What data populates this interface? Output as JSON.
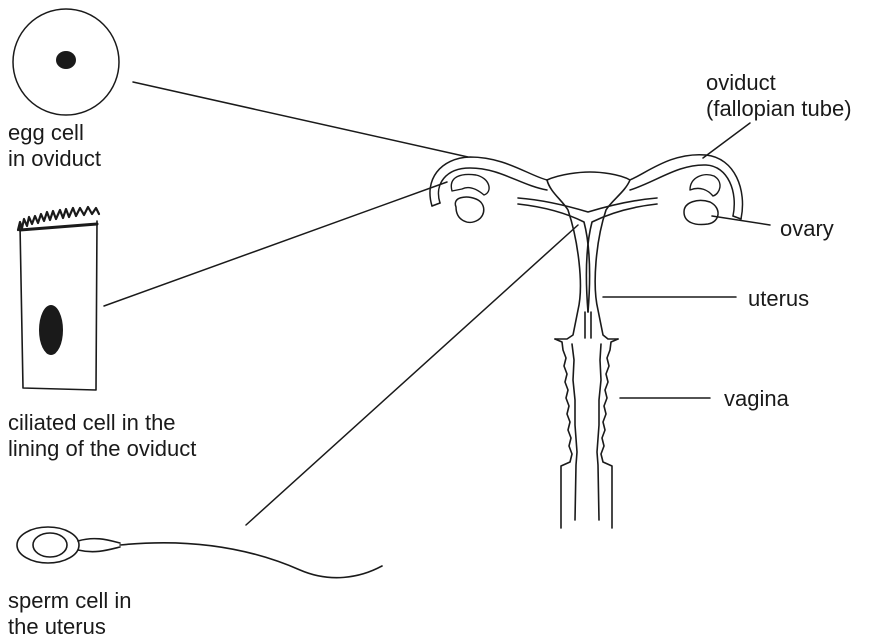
{
  "labels": {
    "egg_cell": [
      "egg cell",
      "in oviduct"
    ],
    "ciliated_cell": [
      "ciliated cell in the",
      "lining of the oviduct"
    ],
    "sperm_cell": [
      "sperm cell in",
      "the uterus"
    ],
    "oviduct": [
      "oviduct",
      "(fallopian tube)"
    ],
    "ovary": "ovary",
    "uterus": "uterus",
    "vagina": "vagina"
  },
  "colors": {
    "ink": "#1a1a1a",
    "paper": "#ffffff"
  }
}
